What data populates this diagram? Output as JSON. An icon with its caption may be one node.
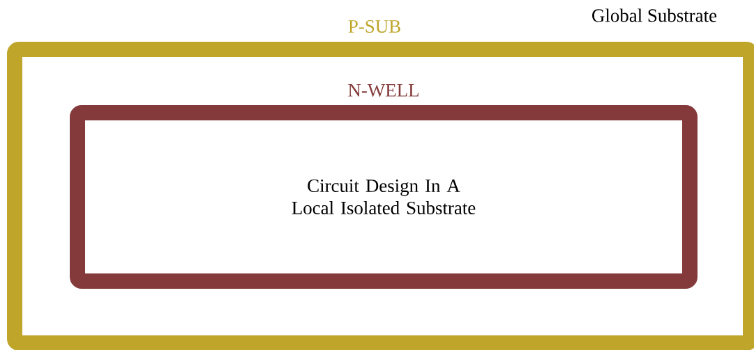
{
  "diagram": {
    "nodes": [
      {
        "text": [
          "P-SUB"
        ]
      },
      {
        "text": [
          "N-WELL",
          "Circuit Design In A Local Isolated Substrate"
        ],
        "in": 0
      }
    ],
    "labels": [
      "Global Substrate"
    ]
  }
}
